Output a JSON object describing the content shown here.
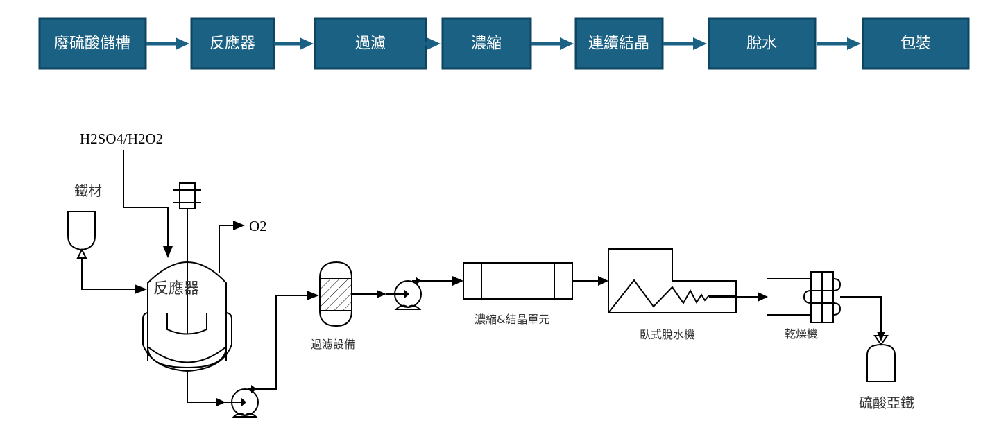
{
  "flow": {
    "steps": [
      "廢硫酸儲槽",
      "反應器",
      "過濾",
      "濃縮",
      "連續結晶",
      "脫水",
      "包裝"
    ],
    "colors": {
      "box_fill": "#1a6184",
      "box_border": "#0e4560",
      "text": "#ffffff",
      "arrow": "#1a6184"
    }
  },
  "process": {
    "input_acid": "H2SO4/H2O2",
    "input_iron": "鐵材",
    "output_gas": "O2",
    "reactor_label": "反應器",
    "filter_label": "過濾設備",
    "concentrator_label": "濃縮&結晶單元",
    "centrifuge_label": "臥式脫水機",
    "dryer_label": "乾燥機",
    "product_label": "硫酸亞鐵"
  }
}
